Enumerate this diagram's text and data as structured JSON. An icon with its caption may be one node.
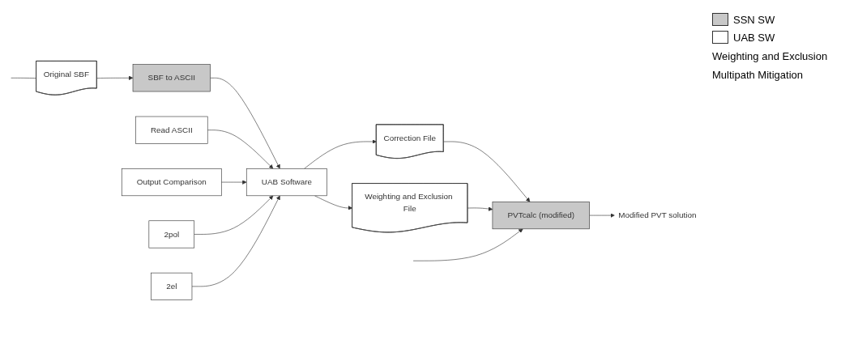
{
  "diagram": {
    "nodes": [
      {
        "text": [
          "Read ASCII"
        ]
      },
      {
        "text": [
          "Output Comparison"
        ]
      },
      {
        "text": [
          "SBF to ASCII"
        ]
      },
      {
        "text": [
          "UAB Software"
        ]
      },
      {
        "text": [
          "Correction File"
        ]
      },
      {
        "text": [
          "Weighting and Exclusion File"
        ]
      },
      {
        "text": [
          "PVTcalc (modified)"
        ]
      },
      {
        "text": [
          "Modified PVT solution"
        ]
      },
      {
        "text": [
          "Original SBF"
        ]
      },
      {
        "text": [
          "2pol"
        ]
      },
      {
        "text": [
          "2el"
        ]
      }
    ],
    "edges": [
      {
        "from": null,
        "to": 8,
        "arrow": "none"
      },
      {
        "from": 8,
        "to": 2,
        "arrow": "to"
      },
      {
        "from": 2,
        "to": 3,
        "arrow": "to"
      },
      {
        "from": 0,
        "to": 3,
        "arrow": "to"
      },
      {
        "from": 1,
        "to": 3,
        "arrow": "to"
      },
      {
        "from": 9,
        "to": 3,
        "arrow": "to"
      },
      {
        "from": 10,
        "to": 3,
        "arrow": "to"
      },
      {
        "from": 3,
        "to": 4,
        "arrow": "to"
      },
      {
        "from": 3,
        "to": 5,
        "arrow": "to"
      },
      {
        "from": 4,
        "to": 6,
        "arrow": "to"
      },
      {
        "from": 5,
        "to": 6,
        "arrow": "to"
      },
      {
        "from": null,
        "to": 6,
        "arrow": "to"
      },
      {
        "from": 6,
        "to": 7,
        "arrow": "to"
      }
    ],
    "labels": [
      "Weighting and Exclusion",
      "Multipath Mitigation"
    ],
    "legend": [
      {
        "text": "SSN SW",
        "color": "#c8c8c8"
      },
      {
        "text": "UAB SW",
        "color": "#ffffff"
      }
    ]
  }
}
